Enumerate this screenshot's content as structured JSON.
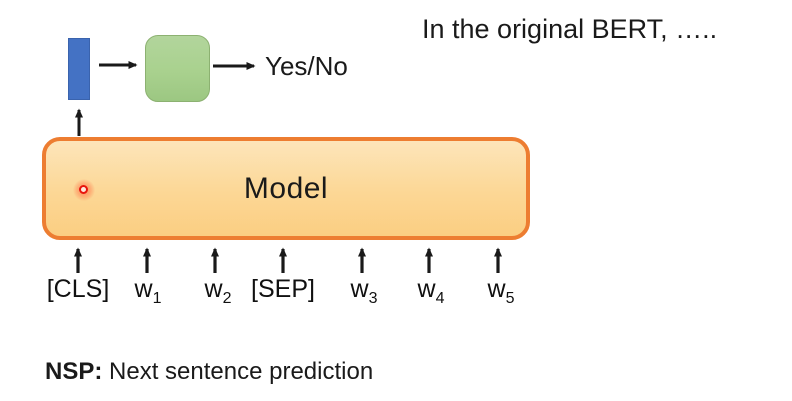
{
  "note": {
    "text": "In the original BERT, ….."
  },
  "pipeline": {
    "output_label": "Yes/No"
  },
  "model": {
    "label": "Model"
  },
  "tokens": [
    {
      "base": "[CLS]",
      "sub": ""
    },
    {
      "base": "w",
      "sub": "1"
    },
    {
      "base": "w",
      "sub": "2"
    },
    {
      "base": "[SEP]",
      "sub": ""
    },
    {
      "base": "w",
      "sub": "3"
    },
    {
      "base": "w",
      "sub": "4"
    },
    {
      "base": "w",
      "sub": "5"
    }
  ],
  "footer": {
    "term": "NSP:",
    "definition": " Next sentence prediction"
  },
  "colors": {
    "model_border": "#ED7D31",
    "model_fill_top": "#FDE5BA",
    "model_fill_bottom": "#FBCE82",
    "embedding_blue": "#4472C4",
    "classifier_green": "#A9D18E",
    "classifier_green_border": "#8CB171",
    "laser_red": "#E8150D",
    "arrow_black": "#1A1A1A"
  }
}
